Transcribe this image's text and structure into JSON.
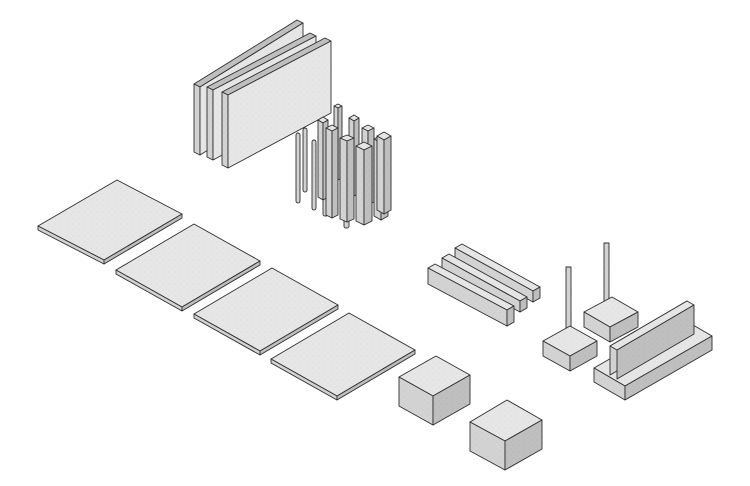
{
  "colors": {
    "background": "#ffffff",
    "top_face": "#e6e6e6",
    "left_face": "#d2d2d2",
    "right_face": "#bdbdbd",
    "edge": "#2e2e2e"
  },
  "groups": [
    {
      "name": "vertical-panel-group",
      "count": 3
    },
    {
      "name": "vertical-post-group",
      "count": 14
    },
    {
      "name": "floor-slab-group",
      "count": 4
    },
    {
      "name": "cube-block-group",
      "count": 2
    },
    {
      "name": "horizontal-beam-group",
      "count": 3
    },
    {
      "name": "column-footing-group",
      "count": 2
    },
    {
      "name": "wall-footing-group",
      "count": 1
    }
  ]
}
